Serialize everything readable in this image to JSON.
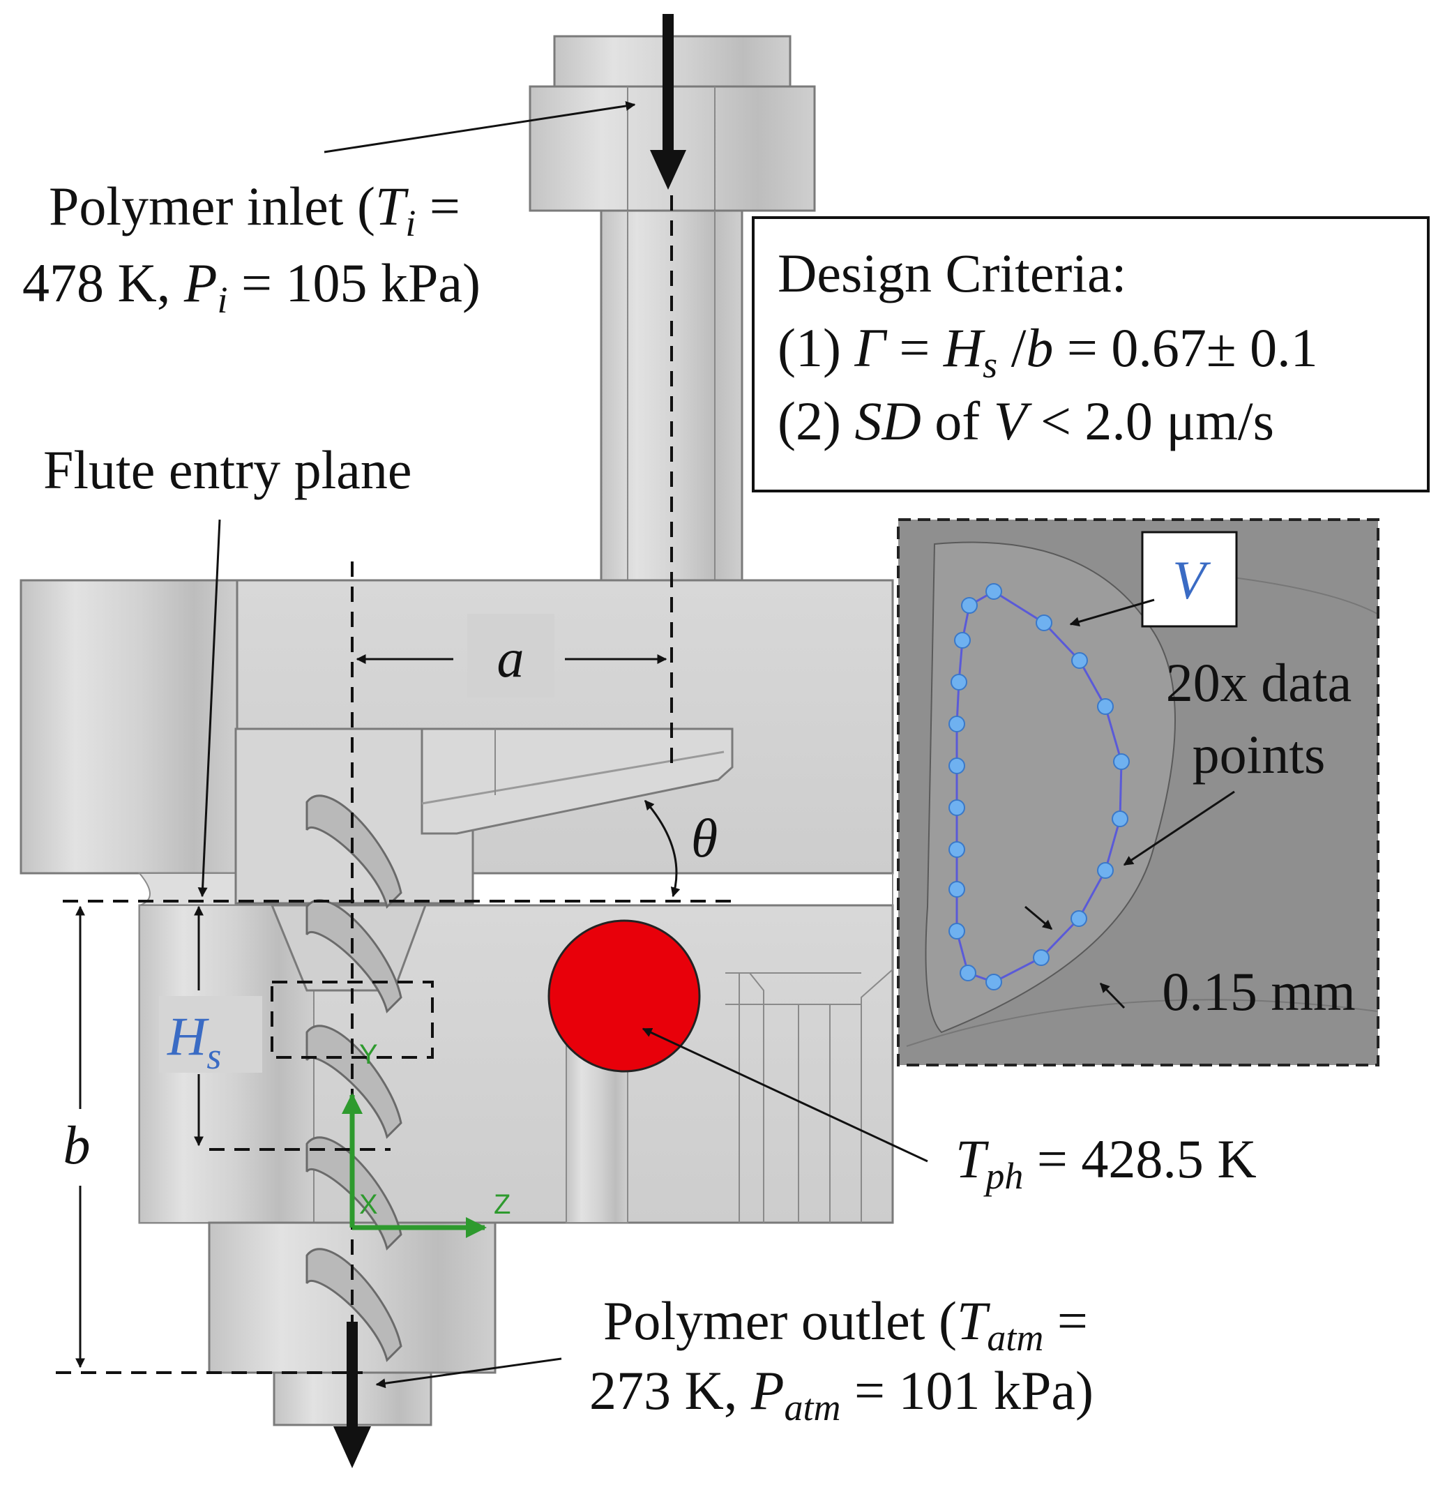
{
  "inlet": {
    "line1_prefix": "Polymer inlet (",
    "T_symbol": "T",
    "T_sub": "i",
    "line1_suffix": " =",
    "line2_prefix": "478 K, ",
    "P_symbol": "P",
    "P_sub": "i",
    "line2_suffix": " = 105 kPa)"
  },
  "flute_entry": "Flute entry plane",
  "criteria": {
    "title": "Design Criteria:",
    "c1_prefix": "(1) ",
    "c1_gamma": "Γ",
    "c1_eq": " = ",
    "c1_H": "H",
    "c1_H_sub": "s",
    "c1_div": " /",
    "c1_b": "b",
    "c1_value": " = 0.67± 0.1",
    "c2_prefix": "(2) ",
    "c2_SD": "SD",
    "c2_of": " of ",
    "c2_V": "V",
    "c2_value": " < 2.0 μm/s"
  },
  "dims": {
    "a": "a",
    "theta": "θ",
    "Hs_H": "H",
    "Hs_sub": "s",
    "b": "b"
  },
  "axes": {
    "y": "Y",
    "x": "X",
    "z": "Z"
  },
  "heater": {
    "T_symbol": "T",
    "T_sub": "ph",
    "value": " = 428.5 K",
    "color": "#e8000a"
  },
  "inset": {
    "V_label": "V",
    "points_line1": "20x data",
    "points_line2": "points",
    "thickness": "0.15 mm",
    "point_color": "#6fb1f0",
    "curve_color": "#5a5ad8"
  },
  "outlet": {
    "line1_prefix": "Polymer outlet (",
    "T_symbol": "T",
    "T_sub": "atm",
    "line1_suffix": " =",
    "line2_prefix": "273 K, ",
    "P_symbol": "P",
    "P_sub": "atm",
    "line2_suffix": " = 101 kPa)"
  }
}
